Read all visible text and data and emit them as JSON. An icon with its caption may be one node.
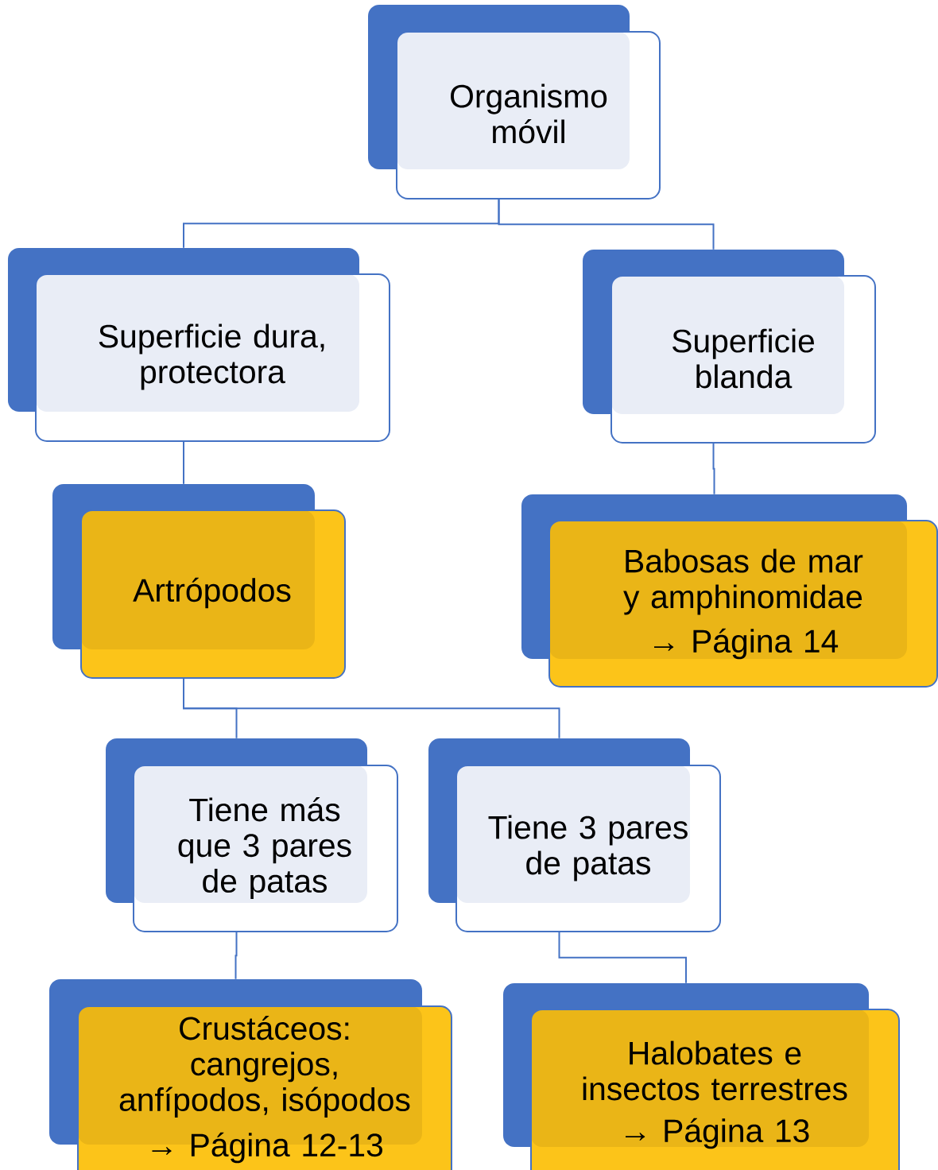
{
  "diagram": {
    "nodes": [
      {
        "text": [
          "Organismo móvil"
        ]
      },
      {
        "text": [
          "Superficie dura, protectora"
        ]
      },
      {
        "text": [
          "Superficie blanda"
        ]
      },
      {
        "text": [
          "Artrópodos"
        ]
      },
      {
        "text": [
          "Babosas de mar y amphinomidae",
          "→ Página 14"
        ]
      },
      {
        "text": [
          "Tiene más que 3 pares de patas"
        ]
      },
      {
        "text": [
          "Tiene 3 pares de patas"
        ]
      },
      {
        "text": [
          "Crustáceos: cangrejos, anfípodos, isópodos",
          "→ Página 12-13"
        ]
      },
      {
        "text": [
          "Halobates e insectos terrestres",
          "→ Página 13"
        ]
      }
    ],
    "edges": [
      {
        "from": 0,
        "to": 1,
        "arrow": "none"
      },
      {
        "from": 0,
        "to": 2,
        "arrow": "none"
      },
      {
        "from": 1,
        "to": 3,
        "arrow": "none"
      },
      {
        "from": 2,
        "to": 4,
        "arrow": "none"
      },
      {
        "from": 3,
        "to": 5,
        "arrow": "none"
      },
      {
        "from": 3,
        "to": 6,
        "arrow": "none"
      },
      {
        "from": 5,
        "to": 7,
        "arrow": "none"
      },
      {
        "from": 6,
        "to": 8,
        "arrow": "none"
      }
    ]
  }
}
